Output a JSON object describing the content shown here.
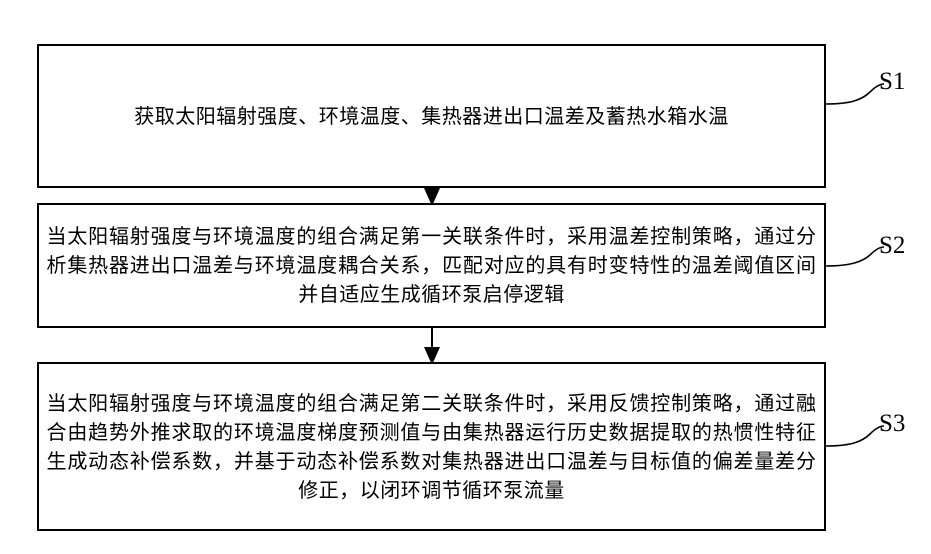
{
  "steps": [
    {
      "label": "S1",
      "text": "获取太阳辐射强度、环境温度、集热器进出口温差及蓄热水箱水温"
    },
    {
      "label": "S2",
      "text": "当太阳辐射强度与环境温度的组合满足第一关联条件时，采用温差控制策略，通过分析集热器进出口温差与环境温度耦合关系，匹配对应的具有时变特性的温差阈值区间并自适应生成循环泵启停逻辑"
    },
    {
      "label": "S3",
      "text": "当太阳辐射强度与环境温度的组合满足第二关联条件时，采用反馈控制策略，通过融合由趋势外推求取的环境温度梯度预测值与由集热器运行历史数据提取的热惯性特征生成动态补偿系数，并基于动态补偿系数对集热器进出口温差与目标值的偏差量差分修正，以闭环调节循环泵流量"
    }
  ]
}
